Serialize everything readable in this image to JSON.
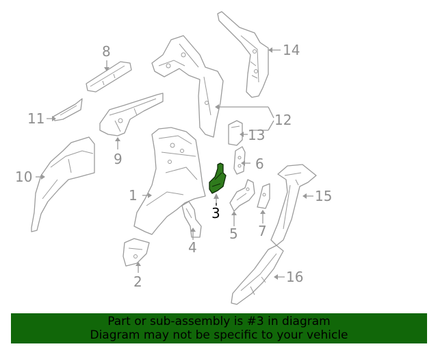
{
  "diagram": {
    "highlighted_part": "3",
    "callouts": {
      "c1": "1",
      "c2": "2",
      "c3": "3",
      "c4": "4",
      "c5": "5",
      "c6": "6",
      "c7": "7",
      "c8": "8",
      "c9": "9",
      "c10": "10",
      "c11": "11",
      "c12": "12",
      "c13": "13",
      "c14": "14",
      "c15": "15",
      "c16": "16"
    },
    "colors": {
      "line": "#9a9a9a",
      "highlight_fill": "#2f7a1c",
      "banner": "#116709"
    }
  },
  "banner": {
    "line1": "Part or sub-assembly is #3 in diagram",
    "line2": "Diagram may not be specific to your vehicle"
  }
}
